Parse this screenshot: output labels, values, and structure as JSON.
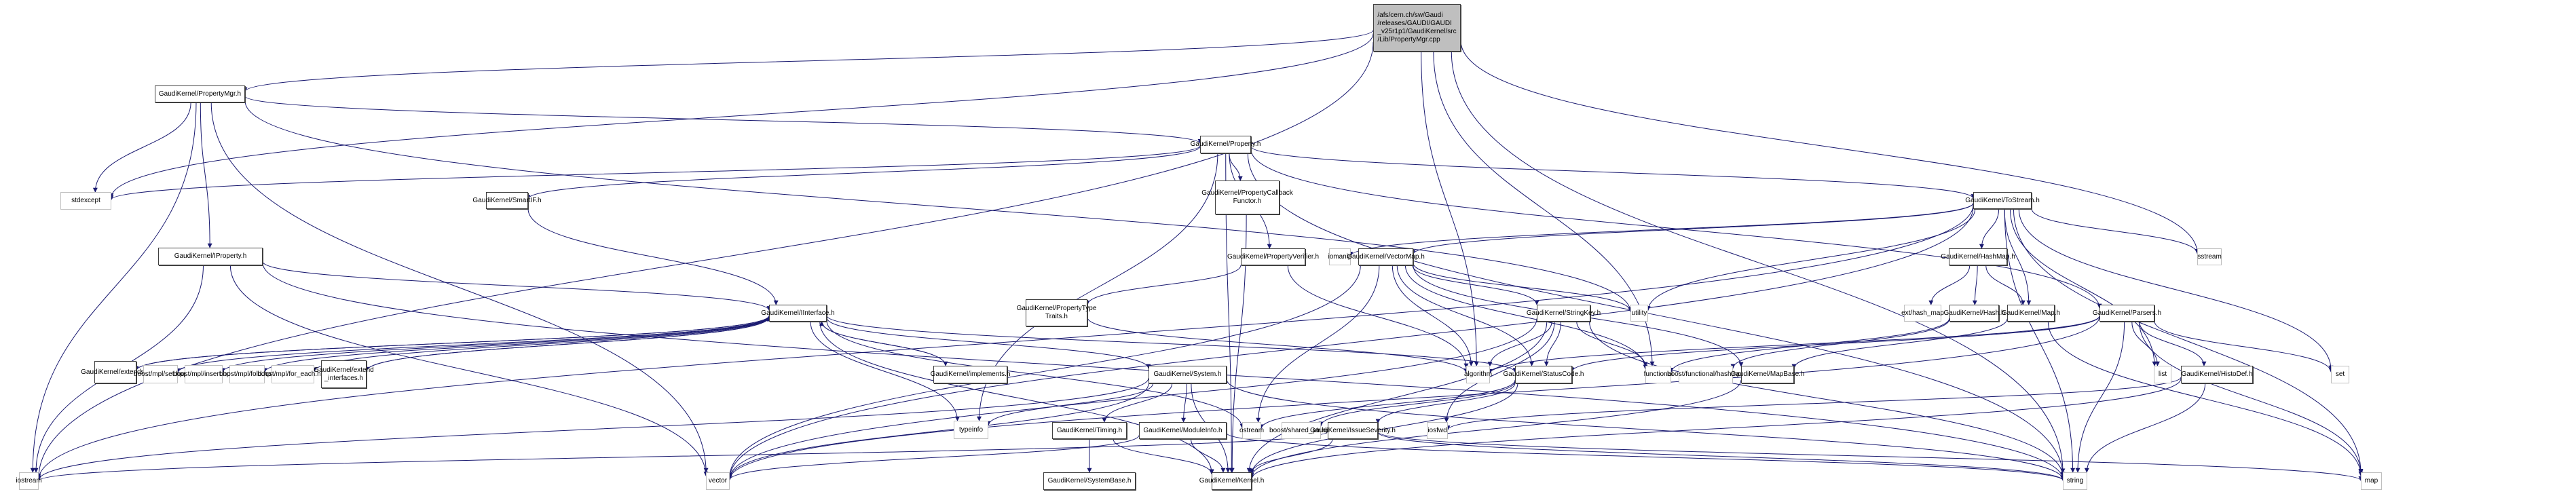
{
  "graph": {
    "title": "Include dependency graph for PropertyMgr.cpp",
    "edge_color": "#191970",
    "root_fill": "#bfbfbf",
    "internal_border": "#404040",
    "external_border": "#bfbfbf",
    "nodes": [
      {
        "id": "root",
        "label": "/afs/cern.ch/sw/Gaudi\n/releases/GAUDI/GAUDI\n_v25r1p1/GaudiKernel/src\n/Lib/PropertyMgr.cpp",
        "kind": "root"
      },
      {
        "id": "PropertyMgr",
        "label": "GaudiKernel/PropertyMgr.h",
        "kind": "internal"
      },
      {
        "id": "stdexcept",
        "label": "stdexcept",
        "kind": "external"
      },
      {
        "id": "IProperty",
        "label": "GaudiKernel/IProperty.h",
        "kind": "internal"
      },
      {
        "id": "Property",
        "label": "GaudiKernel/Property.h",
        "kind": "internal"
      },
      {
        "id": "SmartIF",
        "label": "GaudiKernel/SmartIF.h",
        "kind": "internal"
      },
      {
        "id": "PropertyCallbackFunctor",
        "label": "GaudiKernel/PropertyCallback\nFunctor.h",
        "kind": "internal"
      },
      {
        "id": "PropertyVerifier",
        "label": "GaudiKernel/PropertyVerifier.h",
        "kind": "internal"
      },
      {
        "id": "PropertyTypeTraits",
        "label": "GaudiKernel/PropertyType\nTraits.h",
        "kind": "internal"
      },
      {
        "id": "ToStream",
        "label": "GaudiKernel/ToStream.h",
        "kind": "internal"
      },
      {
        "id": "iomanip",
        "label": "iomanip",
        "kind": "external"
      },
      {
        "id": "VectorMap",
        "label": "GaudiKernel/VectorMap.h",
        "kind": "internal"
      },
      {
        "id": "sstream",
        "label": "sstream",
        "kind": "external"
      },
      {
        "id": "HashMap",
        "label": "GaudiKernel/HashMap.h",
        "kind": "internal"
      },
      {
        "id": "ext_hash_map",
        "label": "ext/hash_map",
        "kind": "external"
      },
      {
        "id": "Hash",
        "label": "GaudiKernel/Hash.h",
        "kind": "internal"
      },
      {
        "id": "Map",
        "label": "GaudiKernel/Map.h",
        "kind": "internal"
      },
      {
        "id": "Parsers",
        "label": "GaudiKernel/Parsers.h",
        "kind": "internal"
      },
      {
        "id": "IInterface",
        "label": "GaudiKernel/IInterface.h",
        "kind": "internal"
      },
      {
        "id": "StringKey",
        "label": "GaudiKernel/StringKey.h",
        "kind": "internal"
      },
      {
        "id": "utility",
        "label": "utility",
        "kind": "external"
      },
      {
        "id": "extends",
        "label": "GaudiKernel/extends.h",
        "kind": "internal"
      },
      {
        "id": "mpl_set",
        "label": "boost/mpl/set.hpp",
        "kind": "external"
      },
      {
        "id": "mpl_insert",
        "label": "boost/mpl/insert.hpp",
        "kind": "external"
      },
      {
        "id": "mpl_fold",
        "label": "boost/mpl/fold.hpp",
        "kind": "external"
      },
      {
        "id": "mpl_for_each",
        "label": "boost/mpl/for_each.hpp",
        "kind": "external"
      },
      {
        "id": "extend_interfaces",
        "label": "GaudiKernel/extend\n_interfaces.h",
        "kind": "internal"
      },
      {
        "id": "implements",
        "label": "GaudiKernel/implements.h",
        "kind": "internal"
      },
      {
        "id": "System",
        "label": "GaudiKernel/System.h",
        "kind": "internal"
      },
      {
        "id": "algorithm",
        "label": "algorithm",
        "kind": "external"
      },
      {
        "id": "StatusCode",
        "label": "GaudiKernel/StatusCode.h",
        "kind": "internal"
      },
      {
        "id": "functional",
        "label": "functional",
        "kind": "external"
      },
      {
        "id": "boost_hash",
        "label": "boost/functional/hash.hpp",
        "kind": "external"
      },
      {
        "id": "MapBase",
        "label": "GaudiKernel/MapBase.h",
        "kind": "internal"
      },
      {
        "id": "list",
        "label": "list",
        "kind": "external"
      },
      {
        "id": "HistoDef",
        "label": "GaudiKernel/HistoDef.h",
        "kind": "internal"
      },
      {
        "id": "set",
        "label": "set",
        "kind": "external"
      },
      {
        "id": "typeinfo",
        "label": "typeinfo",
        "kind": "external"
      },
      {
        "id": "Timing",
        "label": "GaudiKernel/Timing.h",
        "kind": "internal"
      },
      {
        "id": "ModuleInfo",
        "label": "GaudiKernel/ModuleInfo.h",
        "kind": "internal"
      },
      {
        "id": "ostream",
        "label": "ostream",
        "kind": "external"
      },
      {
        "id": "shared_ptr",
        "label": "boost/shared_ptr.hpp",
        "kind": "external"
      },
      {
        "id": "IssueSeverity",
        "label": "GaudiKernel/IssueSeverity.h",
        "kind": "internal"
      },
      {
        "id": "iosfwd",
        "label": "iosfwd",
        "kind": "external"
      },
      {
        "id": "iostream",
        "label": "iostream",
        "kind": "external"
      },
      {
        "id": "vector",
        "label": "vector",
        "kind": "external"
      },
      {
        "id": "SystemBase",
        "label": "GaudiKernel/SystemBase.h",
        "kind": "internal"
      },
      {
        "id": "Kernel",
        "label": "GaudiKernel/Kernel.h",
        "kind": "internal"
      },
      {
        "id": "string",
        "label": "string",
        "kind": "external"
      },
      {
        "id": "map",
        "label": "map",
        "kind": "external"
      }
    ],
    "edges": [
      [
        "root",
        "PropertyMgr"
      ],
      [
        "root",
        "stdexcept"
      ],
      [
        "root",
        "iostream"
      ],
      [
        "root",
        "algorithm"
      ],
      [
        "root",
        "functional"
      ],
      [
        "root",
        "sstream"
      ],
      [
        "root",
        "string"
      ],
      [
        "PropertyMgr",
        "stdexcept"
      ],
      [
        "PropertyMgr",
        "IProperty"
      ],
      [
        "PropertyMgr",
        "Property"
      ],
      [
        "PropertyMgr",
        "iostream"
      ],
      [
        "PropertyMgr",
        "vector"
      ],
      [
        "PropertyMgr",
        "utility"
      ],
      [
        "IProperty",
        "IInterface"
      ],
      [
        "IProperty",
        "iostream"
      ],
      [
        "IProperty",
        "vector"
      ],
      [
        "IProperty",
        "string"
      ],
      [
        "Property",
        "stdexcept"
      ],
      [
        "Property",
        "SmartIF"
      ],
      [
        "Property",
        "PropertyCallbackFunctor"
      ],
      [
        "Property",
        "PropertyVerifier"
      ],
      [
        "Property",
        "ToStream"
      ],
      [
        "Property",
        "Parsers"
      ],
      [
        "Property",
        "typeinfo"
      ],
      [
        "Property",
        "Kernel"
      ],
      [
        "Property",
        "string"
      ],
      [
        "SmartIF",
        "IInterface"
      ],
      [
        "PropertyCallbackFunctor",
        "Kernel"
      ],
      [
        "PropertyVerifier",
        "PropertyTypeTraits"
      ],
      [
        "PropertyVerifier",
        "algorithm"
      ],
      [
        "PropertyTypeTraits",
        "algorithm"
      ],
      [
        "ToStream",
        "iostream"
      ],
      [
        "ToStream",
        "iomanip"
      ],
      [
        "ToStream",
        "VectorMap"
      ],
      [
        "ToStream",
        "HashMap"
      ],
      [
        "ToStream",
        "Map"
      ],
      [
        "ToStream",
        "sstream"
      ],
      [
        "ToStream",
        "list"
      ],
      [
        "ToStream",
        "set"
      ],
      [
        "ToStream",
        "map"
      ],
      [
        "ToStream",
        "string"
      ],
      [
        "ToStream",
        "vector"
      ],
      [
        "ToStream",
        "utility"
      ],
      [
        "VectorMap",
        "StringKey"
      ],
      [
        "VectorMap",
        "algorithm"
      ],
      [
        "VectorMap",
        "StatusCode"
      ],
      [
        "VectorMap",
        "functional"
      ],
      [
        "VectorMap",
        "utility"
      ],
      [
        "VectorMap",
        "MapBase"
      ],
      [
        "VectorMap",
        "ostream"
      ],
      [
        "VectorMap",
        "vector"
      ],
      [
        "HashMap",
        "ext_hash_map"
      ],
      [
        "HashMap",
        "Hash"
      ],
      [
        "HashMap",
        "Map"
      ],
      [
        "Hash",
        "functional"
      ],
      [
        "Hash",
        "boost_hash"
      ],
      [
        "Map",
        "MapBase"
      ],
      [
        "Map",
        "map"
      ],
      [
        "MapBase",
        "Kernel"
      ],
      [
        "Parsers",
        "StatusCode"
      ],
      [
        "Parsers",
        "list"
      ],
      [
        "Parsers",
        "HistoDef"
      ],
      [
        "Parsers",
        "set"
      ],
      [
        "Parsers",
        "map"
      ],
      [
        "Parsers",
        "string"
      ],
      [
        "Parsers",
        "vector"
      ],
      [
        "Parsers",
        "algorithm"
      ],
      [
        "HistoDef",
        "string"
      ],
      [
        "HistoDef",
        "iosfwd"
      ],
      [
        "HistoDef",
        "Kernel"
      ],
      [
        "StringKey",
        "StatusCode"
      ],
      [
        "StringKey",
        "algorithm"
      ],
      [
        "StringKey",
        "functional"
      ],
      [
        "StringKey",
        "iosfwd"
      ],
      [
        "StringKey",
        "string"
      ],
      [
        "StringKey",
        "Kernel"
      ],
      [
        "StringKey",
        "vector"
      ],
      [
        "IInterface",
        "extends"
      ],
      [
        "IInterface",
        "mpl_set"
      ],
      [
        "IInterface",
        "mpl_insert"
      ],
      [
        "IInterface",
        "mpl_fold"
      ],
      [
        "IInterface",
        "mpl_for_each"
      ],
      [
        "IInterface",
        "extend_interfaces"
      ],
      [
        "IInterface",
        "implements"
      ],
      [
        "IInterface",
        "System"
      ],
      [
        "IInterface",
        "StatusCode"
      ],
      [
        "IInterface",
        "typeinfo"
      ],
      [
        "IInterface",
        "Kernel"
      ],
      [
        "IInterface",
        "ostream"
      ],
      [
        "extends",
        "IInterface"
      ],
      [
        "extend_interfaces",
        "IInterface"
      ],
      [
        "implements",
        "IInterface"
      ],
      [
        "System",
        "Timing"
      ],
      [
        "System",
        "ModuleInfo"
      ],
      [
        "System",
        "Kernel"
      ],
      [
        "System",
        "typeinfo"
      ],
      [
        "System",
        "vector"
      ],
      [
        "System",
        "string"
      ],
      [
        "System",
        "iostream"
      ],
      [
        "Timing",
        "SystemBase"
      ],
      [
        "Timing",
        "Kernel"
      ],
      [
        "ModuleInfo",
        "Kernel"
      ],
      [
        "ModuleInfo",
        "string"
      ],
      [
        "ModuleInfo",
        "vector"
      ],
      [
        "StatusCode",
        "ostream"
      ],
      [
        "StatusCode",
        "shared_ptr"
      ],
      [
        "StatusCode",
        "IssueSeverity"
      ],
      [
        "StatusCode",
        "Kernel"
      ],
      [
        "IssueSeverity",
        "Kernel"
      ],
      [
        "IssueSeverity",
        "string"
      ],
      [
        "IssueSeverity",
        "map"
      ],
      [
        "IssueSeverity",
        "iostream"
      ]
    ]
  }
}
